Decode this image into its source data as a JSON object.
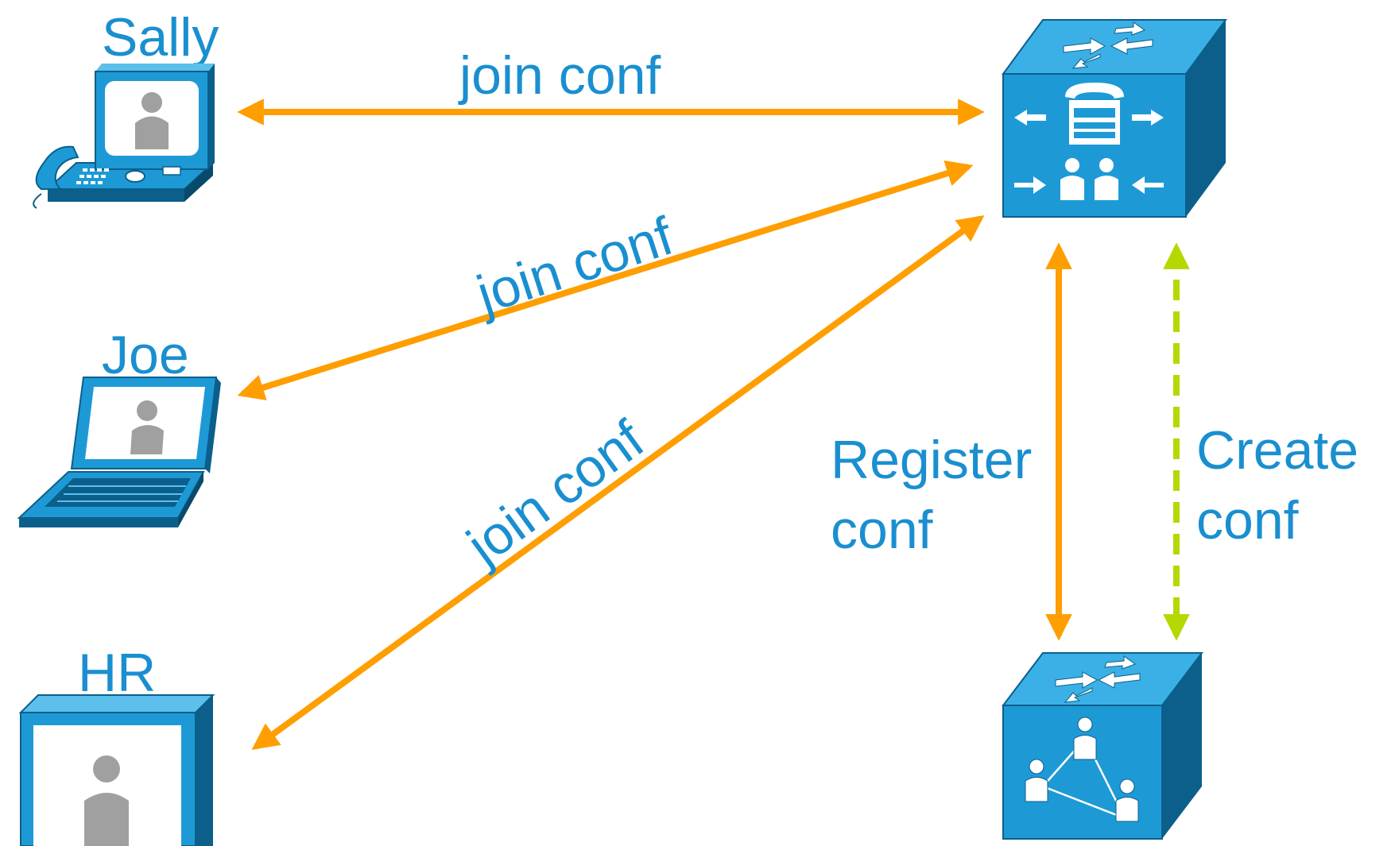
{
  "nodes": {
    "sally": {
      "label": "Sally",
      "icon": "video-phone-icon"
    },
    "joe": {
      "label": "Joe",
      "icon": "laptop-icon"
    },
    "hr": {
      "label": "HR",
      "icon": "telepresence-screen-icon"
    },
    "call_manager": {
      "icon": "call-manager-icon"
    },
    "conference_bridge": {
      "icon": "conference-bridge-icon"
    }
  },
  "edges": {
    "sally_join": {
      "label": "join conf"
    },
    "joe_join": {
      "label": "join conf"
    },
    "hr_join": {
      "label": "join conf"
    },
    "register": {
      "label_line1": "Register",
      "label_line2": "conf"
    },
    "create": {
      "label_line1": "Create",
      "label_line2": "conf"
    }
  },
  "colors": {
    "label_blue": "#1a8fd0",
    "arrow_orange": "#ff9e00",
    "arrow_green": "#b5d800",
    "device_blue": "#1d9ad6",
    "device_dark": "#0b5f8a",
    "person_gray": "#a0a0a0"
  }
}
